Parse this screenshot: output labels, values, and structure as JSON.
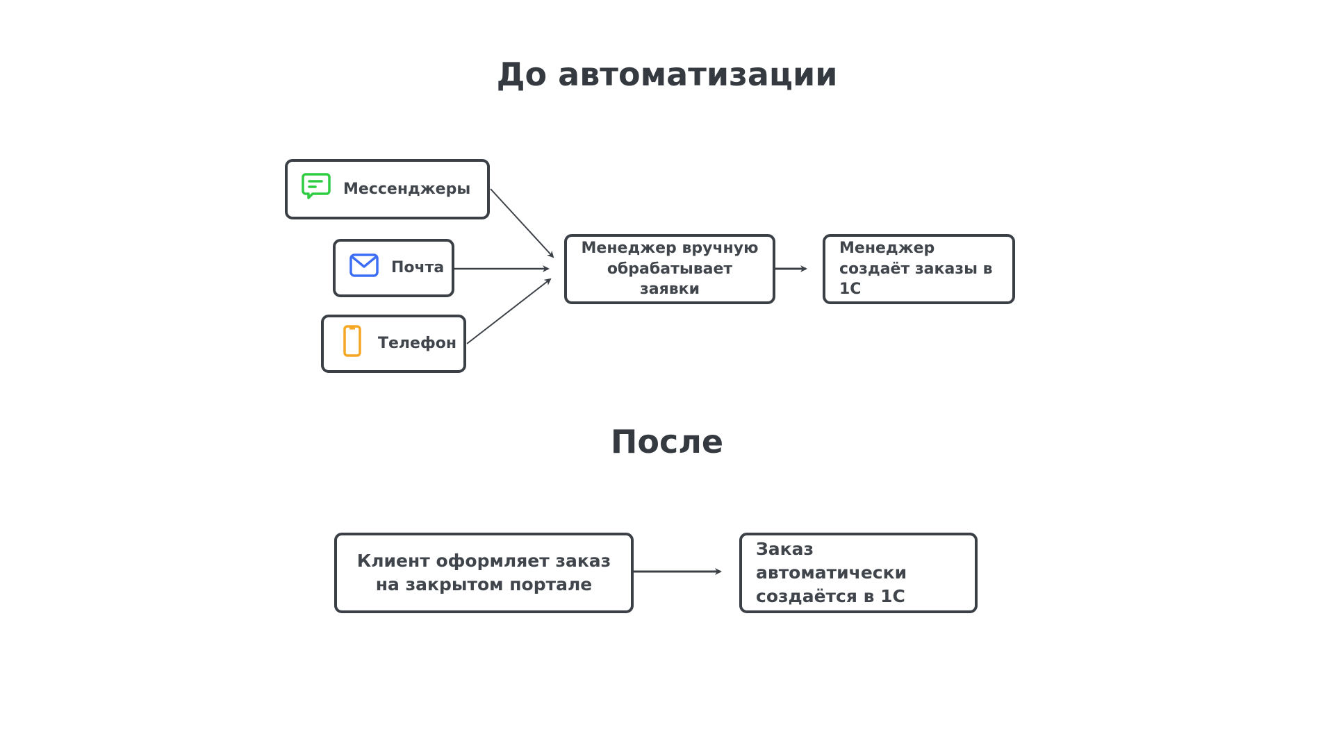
{
  "before": {
    "title": "До автоматизации",
    "sources": [
      {
        "label": "Мессенджеры",
        "icon": "chat-icon",
        "color": "#2ecc40"
      },
      {
        "label": "Почта",
        "icon": "mail-icon",
        "color": "#3d6ef5"
      },
      {
        "label": "Телефон",
        "icon": "phone-icon",
        "color": "#f5a623"
      }
    ],
    "manual_step": "Менеджер вручную обрабатывает заявки",
    "result_step": "Менеджер создаёт заказы в 1С"
  },
  "after": {
    "title": "После",
    "client_step": "Клиент оформляет заказ на закрытом портале",
    "auto_step": "Заказ автоматически создаётся в 1С"
  }
}
